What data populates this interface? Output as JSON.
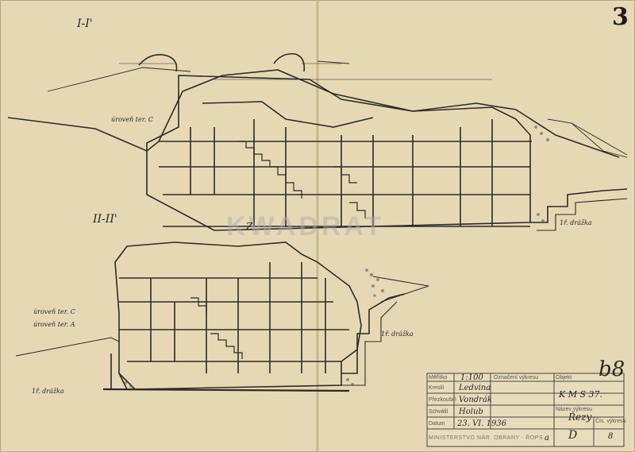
{
  "sheet": {
    "sheet_number": "3",
    "sheet_code": "b8",
    "watermark": "KWADRAT"
  },
  "sections": {
    "upper_title": "I-I'",
    "lower_title": "II-II'"
  },
  "annotations": {
    "upper_left_level": "úroveň ter. C",
    "upper_right_soil": "1ř. drážka",
    "lower_right_soil": "1ř. drážka",
    "lower_left_soil": "1ř. drážka",
    "lower_center_label": "Z",
    "lower_left_level1": "úroveň ter. C",
    "lower_left_level2": "úroveň ter. A"
  },
  "title_block": {
    "labels": {
      "scale": "Měřítko",
      "drawn": "Kreslil",
      "checked": "Přezkoušel",
      "approved": "Schválil",
      "date": "Datum",
      "set_copy": "Označení výkresu",
      "object": "Objekt",
      "drawing_name": "Název výkresu",
      "drawing_no": "Čís. výkresu"
    },
    "values": {
      "scale": "1:100",
      "drawn": "Ledvina",
      "checked": "Vondrák",
      "approved": "Holub",
      "date": "23. VI. 1936",
      "object": "K M S 37.",
      "drawing_name": "Řezy",
      "drawing_no": "8",
      "letter_a": "a",
      "letter_d": "D"
    },
    "footer": "MINISTERSTVO NÁR. OBRANY - ŘOPS"
  }
}
